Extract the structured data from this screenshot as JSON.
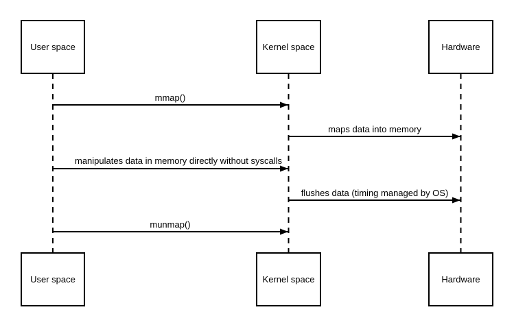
{
  "diagram": {
    "type": "sequence-diagram",
    "actors": [
      {
        "id": "user-space",
        "label": "User space"
      },
      {
        "id": "kernel-space",
        "label": "Kernel space"
      },
      {
        "id": "hardware",
        "label": "Hardware"
      }
    ],
    "messages": [
      {
        "from": "user-space",
        "to": "kernel-space",
        "label": "mmap()"
      },
      {
        "from": "kernel-space",
        "to": "hardware",
        "label": "maps data into memory"
      },
      {
        "from": "user-space",
        "to": "kernel-space",
        "label": "manipulates data in memory directly without syscalls"
      },
      {
        "from": "kernel-space",
        "to": "hardware",
        "label": "flushes data (timing managed by OS)"
      },
      {
        "from": "user-space",
        "to": "kernel-space",
        "label": "munmap()"
      }
    ],
    "colors": {
      "line": "#000000",
      "text": "#000000",
      "box_fill": "#ffffff",
      "background": "#ffffff"
    }
  }
}
